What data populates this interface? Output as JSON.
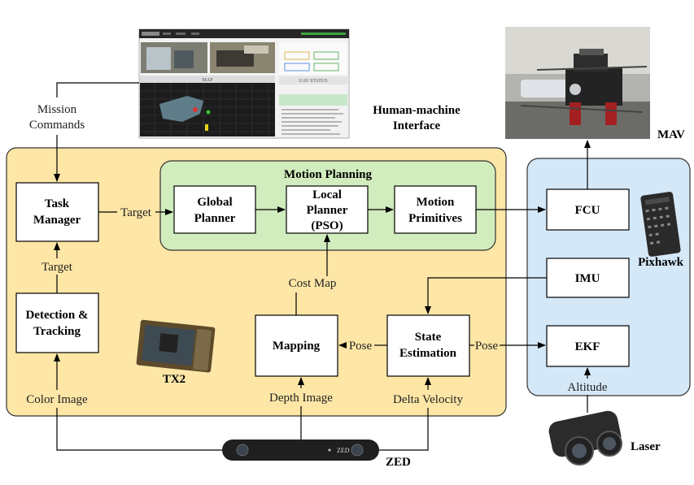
{
  "hmi": {
    "label_line1": "Human-machine",
    "label_line2": "Interface"
  },
  "mav": {
    "label": "MAV"
  },
  "pixhawk": {
    "label": "Pixhawk"
  },
  "tx2": {
    "label": "TX2"
  },
  "zed": {
    "label": "ZED",
    "logo": "ZED"
  },
  "laser": {
    "label": "Laser"
  },
  "motion_planning": {
    "title": "Motion Planning"
  },
  "blocks": {
    "task_manager": [
      "Task",
      "Manager"
    ],
    "detection": [
      "Detection &",
      "Tracking"
    ],
    "global_planner": [
      "Global",
      "Planner"
    ],
    "local_planner": [
      "Local",
      "Planner",
      "(PSO)"
    ],
    "motion_primitives": [
      "Motion",
      "Primitives"
    ],
    "mapping": [
      "Mapping"
    ],
    "state_estimation": [
      "State",
      "Estimation"
    ],
    "fcu": [
      "FCU"
    ],
    "imu": [
      "IMU"
    ],
    "ekf": [
      "EKF"
    ]
  },
  "edge_labels": {
    "mission_commands": [
      "Mission",
      "Commands"
    ],
    "target_right": "Target",
    "target_up": "Target",
    "cost_map": "Cost Map",
    "pose_left": "Pose",
    "pose_right": "Pose",
    "altitude": "Altitude",
    "color_image": "Color Image",
    "depth_image": "Depth Image",
    "delta_velocity": "Delta Velocity"
  },
  "ui_panel": {
    "map_title": "MAP",
    "uav_status_title": "UAV STATUS"
  },
  "colors": {
    "onboard_fill": "#fde6a6",
    "planning_fill": "#d1ecbd",
    "flight_fill": "#d4e8f8",
    "ui_header": "#262626",
    "ui_map": "#1c1c1c",
    "arrow": "#000000"
  }
}
